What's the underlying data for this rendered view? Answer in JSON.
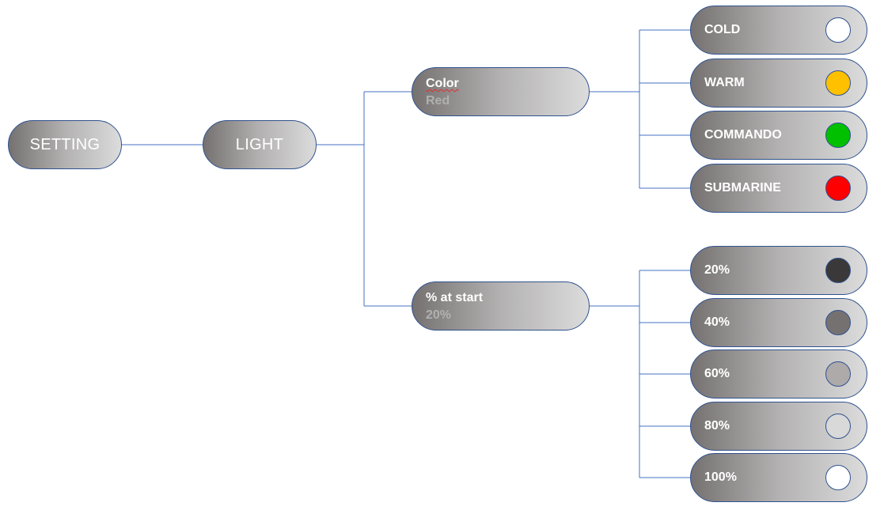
{
  "root": {
    "label": "SETTING"
  },
  "light": {
    "label": "LIGHT"
  },
  "color_group": {
    "title": "Color",
    "value": "Red",
    "options": [
      {
        "label": "COLD",
        "swatch": "#ffffff"
      },
      {
        "label": "WARM",
        "swatch": "#ffc000"
      },
      {
        "label": "COMMANDO",
        "swatch": "#00c000"
      },
      {
        "label": "SUBMARINE",
        "swatch": "#ff0000"
      }
    ]
  },
  "start_group": {
    "title": "% at start",
    "value": "20%",
    "options": [
      {
        "label": "20%",
        "swatch": "#3a3838"
      },
      {
        "label": "40%",
        "swatch": "#767171"
      },
      {
        "label": "60%",
        "swatch": "#aeaaaa"
      },
      {
        "label": "80%",
        "swatch": "#d9d9d9"
      },
      {
        "label": "100%",
        "swatch": "#ffffff"
      }
    ]
  },
  "theme": {
    "border": "#2f528f",
    "connector": "#4472c4",
    "pill_gradient": [
      "#757171",
      "#dcdcdc"
    ]
  }
}
